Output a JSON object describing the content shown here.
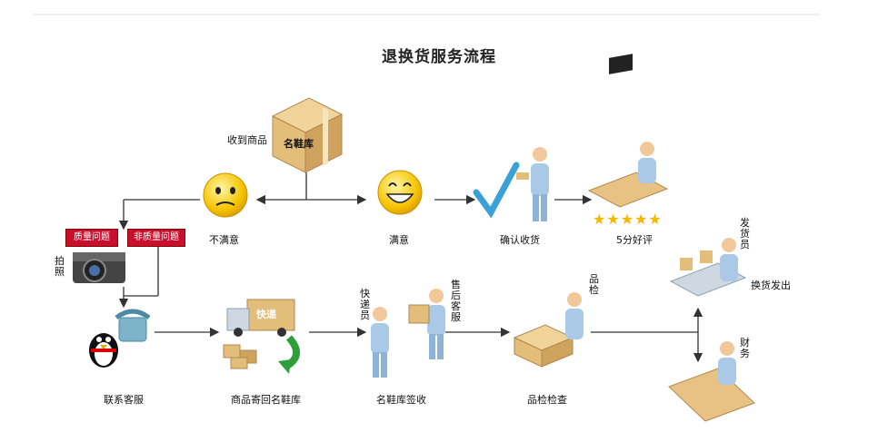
{
  "title": "退换货服务流程",
  "nodes": {
    "receive": "收到商品",
    "box_brand": "名鞋库",
    "unsatisfied": "不满意",
    "satisfied": "满意",
    "confirm": "确认收货",
    "rating": "5分好评",
    "quality": "质量问题",
    "non_quality": "非质量问题",
    "photo": "拍照",
    "contact": "联系客服",
    "ship_back": "商品寄回名鞋库",
    "truck_label": "快递",
    "courier": "快递员",
    "after_sales": "售后客服",
    "sign": "名鞋库签收",
    "qc_person": "品检",
    "qc": "品检检查",
    "shipper": "发货员",
    "exchange": "换货发出",
    "finance": "财务"
  },
  "colors": {
    "alert_red": "#c8102e",
    "star": "#f5b800",
    "check": "#3aa0d8",
    "person": "#a9c9e6",
    "box": "#e3bd7a",
    "arrow_green": "#2e9e3a"
  },
  "icons": {
    "stars": "★★★★★"
  }
}
